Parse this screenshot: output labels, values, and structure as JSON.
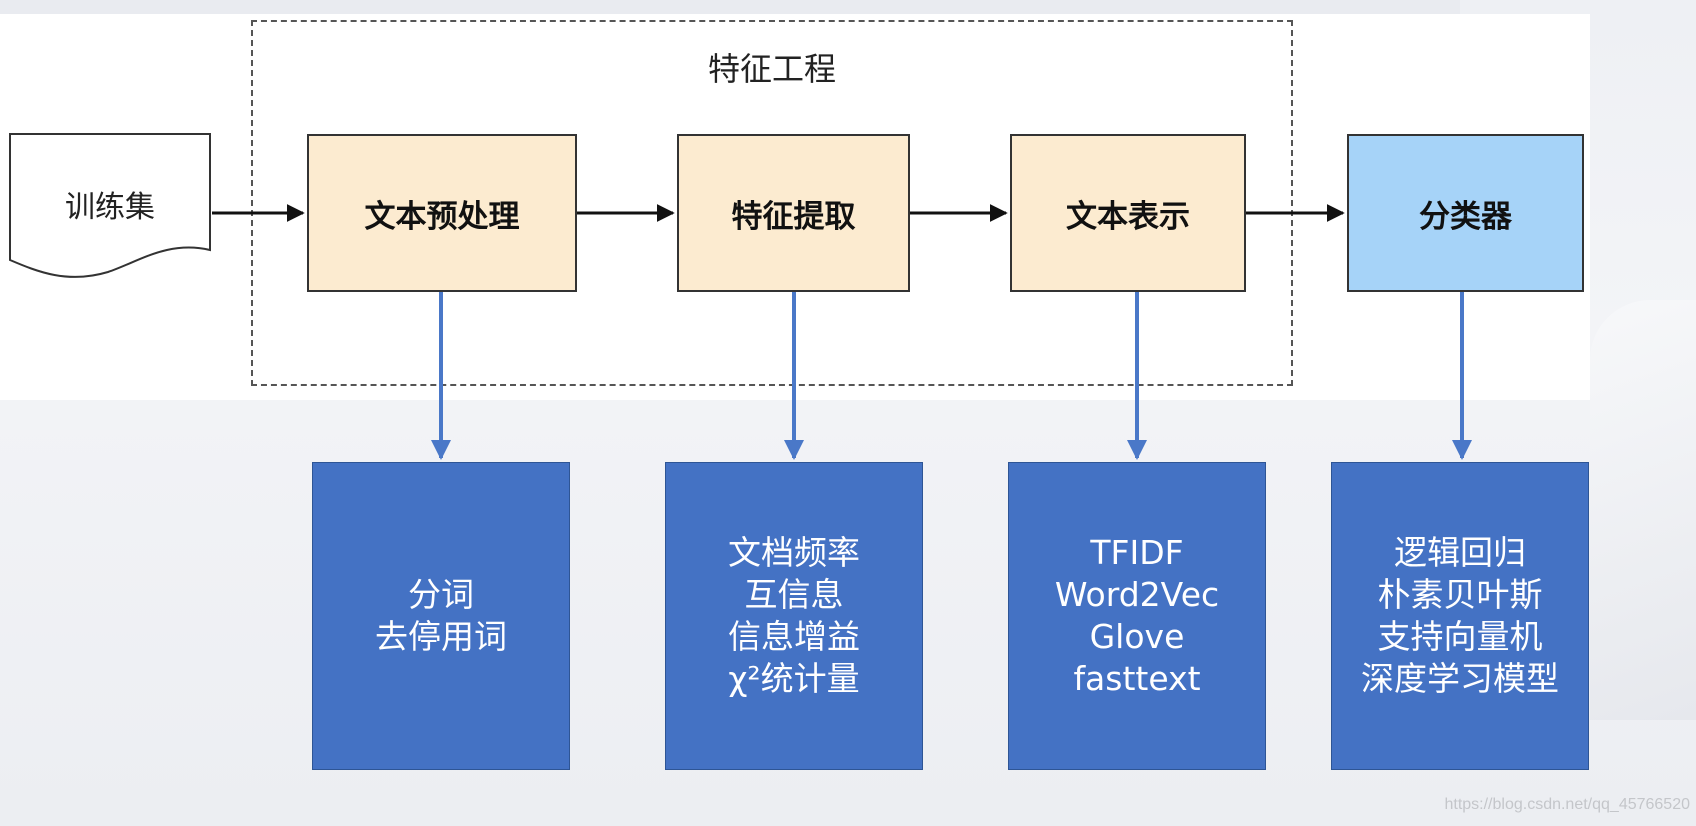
{
  "group_title": "特征工程",
  "training_set": "训练集",
  "steps": [
    {
      "id": "preprocess",
      "label": "文本预处理"
    },
    {
      "id": "extract",
      "label": "特征提取"
    },
    {
      "id": "represent",
      "label": "文本表示"
    },
    {
      "id": "classifier",
      "label": "分类器"
    }
  ],
  "details": [
    {
      "id": "preprocess",
      "lines": [
        "分词",
        "去停用词"
      ]
    },
    {
      "id": "extract",
      "lines": [
        "文档频率",
        "互信息",
        "信息增益",
        "χ²统计量"
      ]
    },
    {
      "id": "represent",
      "lines": [
        "TFIDF",
        "Word2Vec",
        "Glove",
        "fasttext"
      ]
    },
    {
      "id": "classifier",
      "lines": [
        "逻辑回归",
        "朴素贝叶斯",
        "支持向量机",
        "深度学习模型"
      ]
    }
  ],
  "colors": {
    "step_fill": "#fcebd0",
    "classifier_fill": "#a6d3f8",
    "detail_fill": "#4472c4",
    "down_arrow": "#4a78c8",
    "flow_arrow": "#111111"
  },
  "watermark": "https://blog.csdn.net/qq_45766520"
}
